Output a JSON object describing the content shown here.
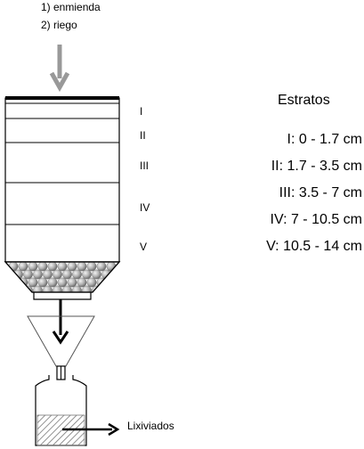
{
  "inputs": {
    "step1": "1) enmienda",
    "step2": "2) riego"
  },
  "strata_labels": [
    "I",
    "II",
    "III",
    "IV",
    "V"
  ],
  "legend": {
    "title": "Estratos",
    "items": [
      "I: 0 - 1.7 cm",
      "II: 1.7 - 3.5 cm",
      "III: 3.5 - 7 cm",
      "IV: 7 - 10.5 cm",
      "V: 10.5 - 14 cm"
    ]
  },
  "leachate_label": "Lixiviados",
  "colors": {
    "input_arrow": "#999999",
    "lines": "#000000",
    "gravel": "#9a9a9a",
    "hatch": "#777777"
  }
}
